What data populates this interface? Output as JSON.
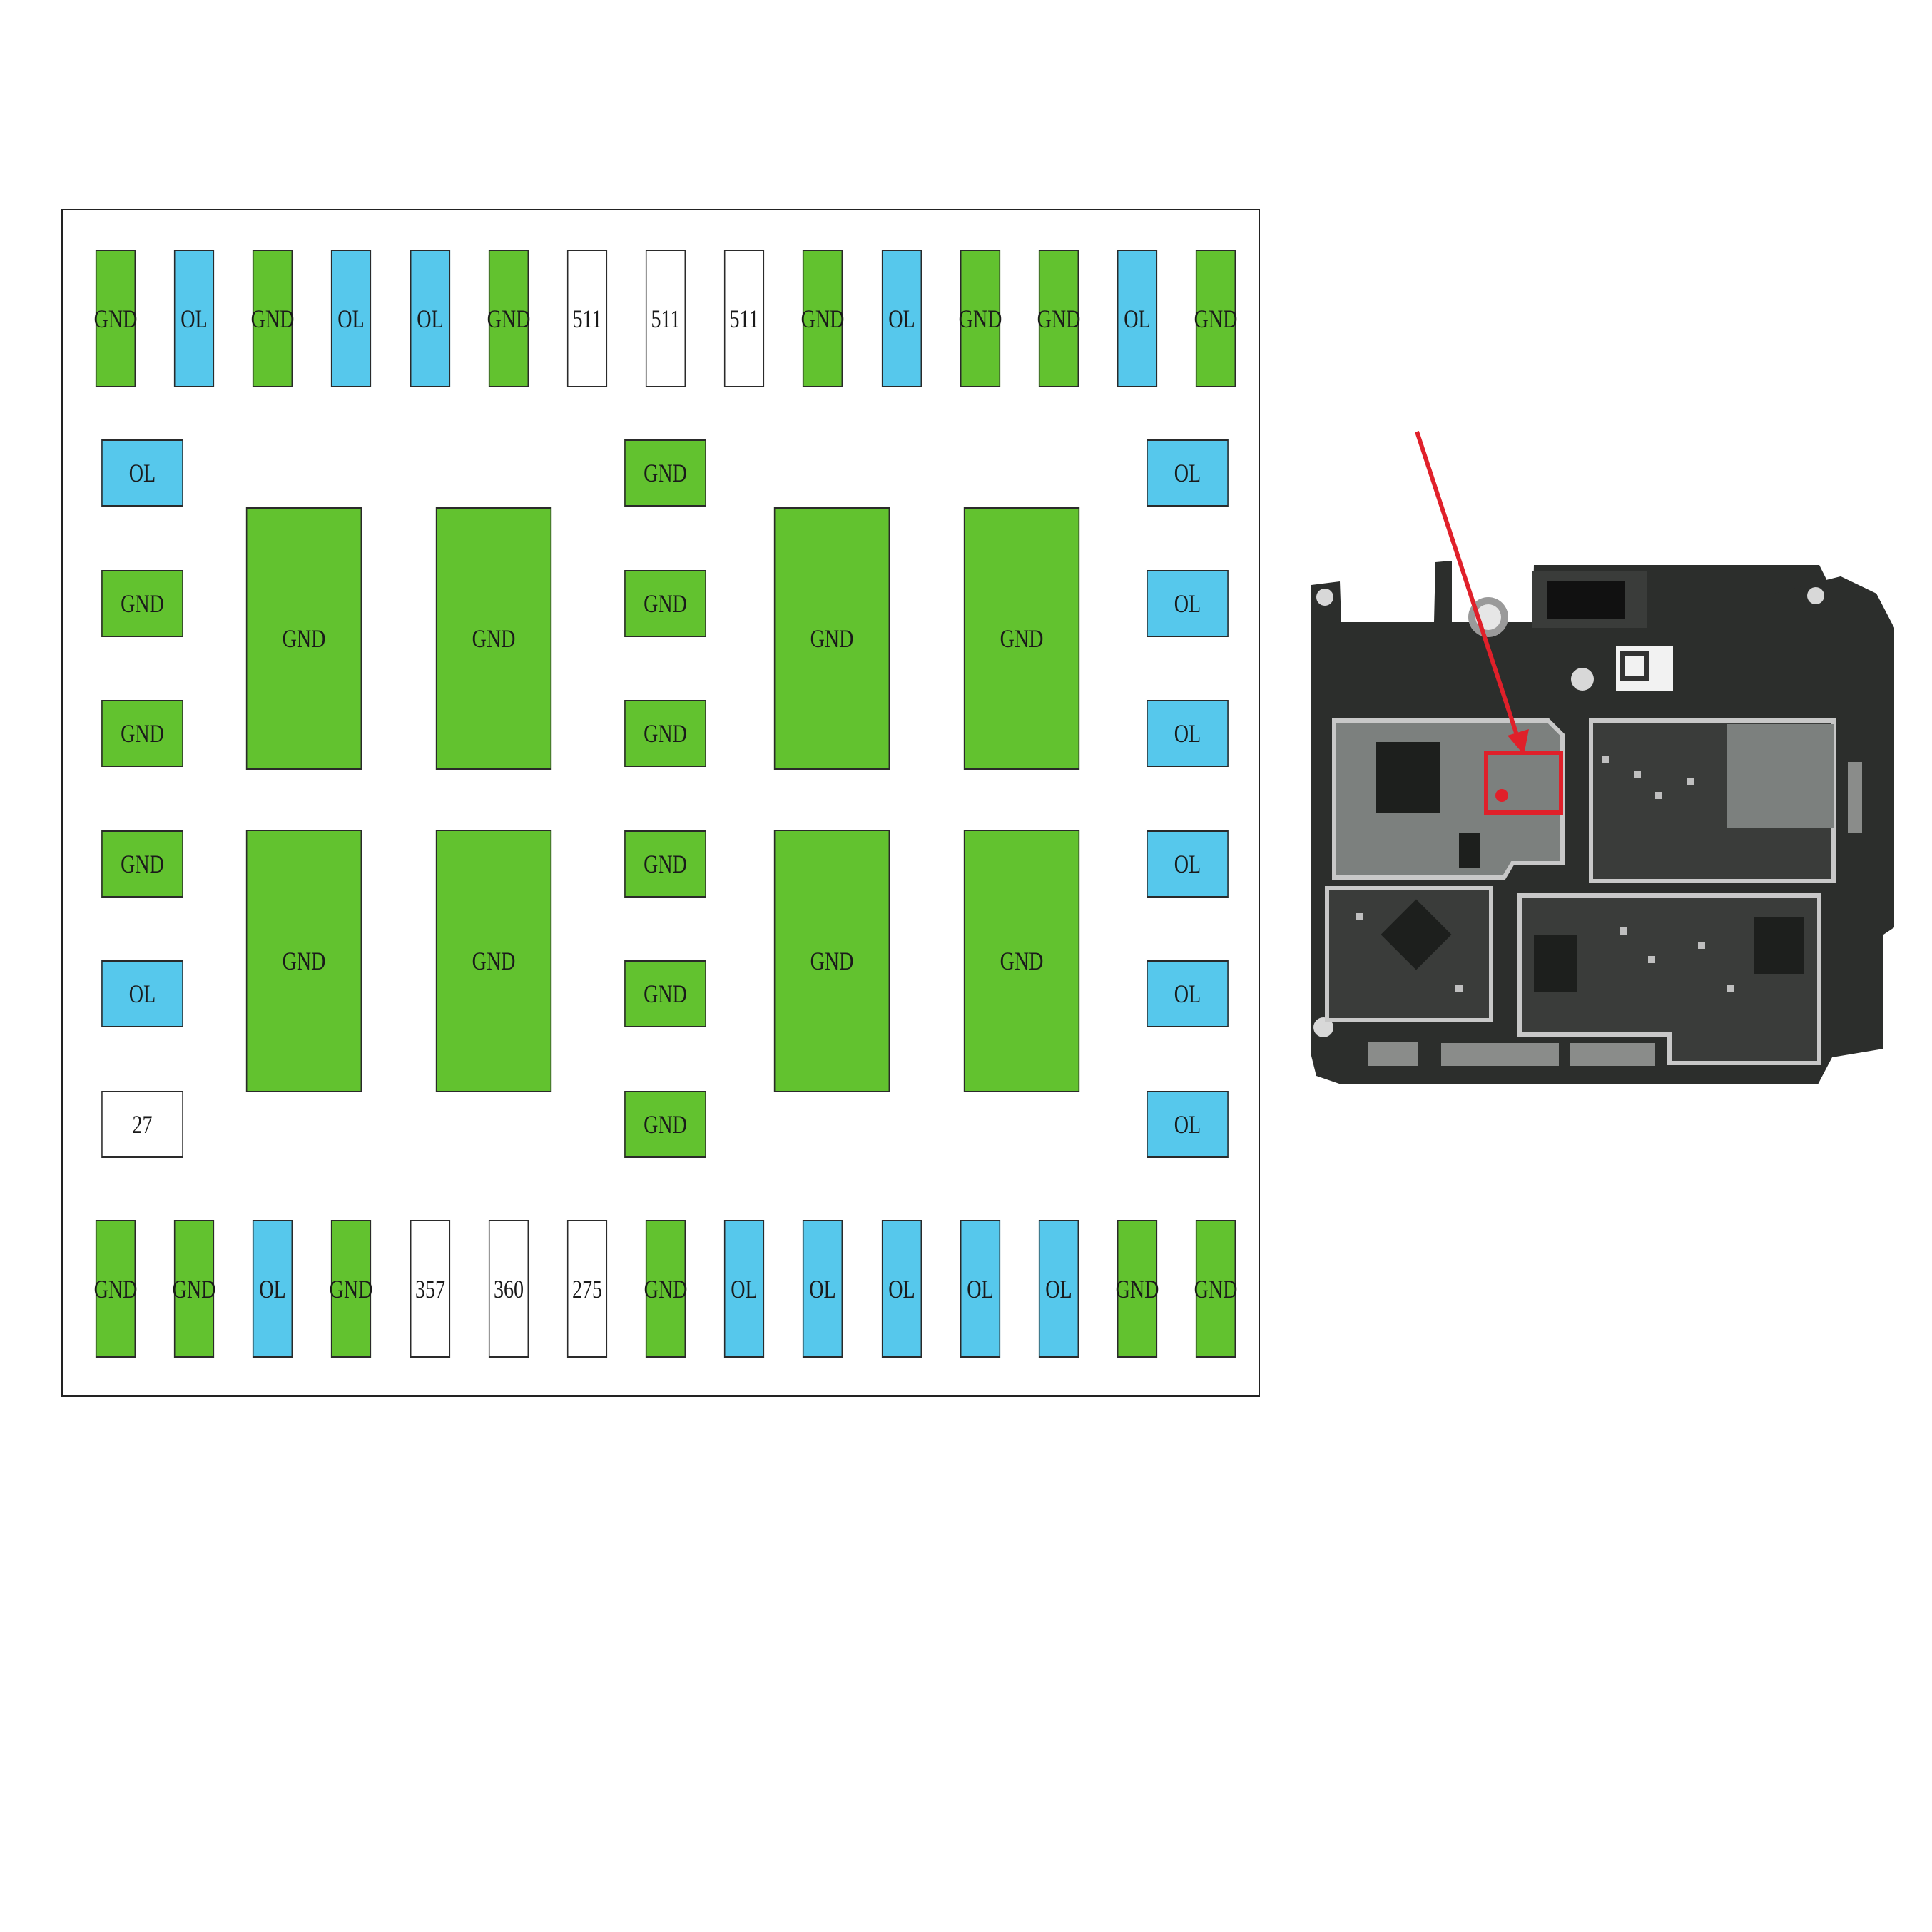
{
  "colors": {
    "gnd": "#62c22f",
    "ol": "#56c8ec",
    "value": "#ffffff",
    "marker": "#e0202a",
    "board": "#2c2e2c"
  },
  "pads": {
    "top_row": [
      "GND",
      "OL",
      "GND",
      "OL",
      "OL",
      "GND",
      "511",
      "511",
      "511",
      "GND",
      "OL",
      "GND",
      "GND",
      "OL",
      "GND"
    ],
    "left_column": [
      "OL",
      "GND",
      "GND",
      "GND",
      "OL",
      "27"
    ],
    "center_column": [
      "GND",
      "GND",
      "GND",
      "GND",
      "GND",
      "GND"
    ],
    "right_column": [
      "OL",
      "OL",
      "OL",
      "OL",
      "OL",
      "OL"
    ],
    "bottom_row": [
      "GND",
      "GND",
      "OL",
      "GND",
      "357",
      "360",
      "275",
      "GND",
      "OL",
      "OL",
      "OL",
      "OL",
      "OL",
      "GND",
      "GND"
    ],
    "large_pads": [
      "GND",
      "GND",
      "GND",
      "GND",
      "GND",
      "GND",
      "GND",
      "GND"
    ]
  },
  "board_photo": {
    "description_icon": "pcb-board-photo",
    "marker_icon": "red-arrow-icon",
    "highlight_icon": "red-highlight-box"
  }
}
